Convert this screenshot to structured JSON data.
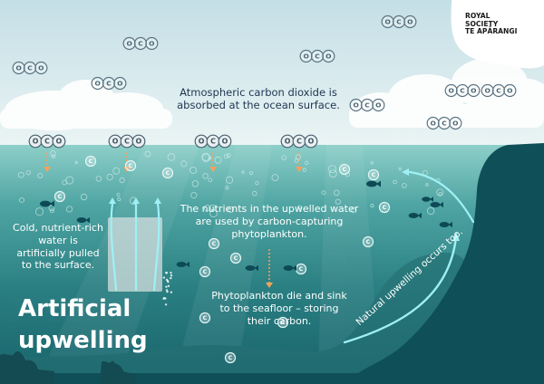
{
  "logo": {
    "line1": "ROYAL",
    "line2": "SOCIETY",
    "line3": "TE APĀRANGI"
  },
  "labels": {
    "atmospheric": "Atmospheric carbon dioxide is absorbed at the ocean surface.",
    "nutrients": "The nutrients in the upwelled water are used by carbon-capturing phytoplankton.",
    "cold_water": "Cold, nutrient-rich water is artificially pulled to the surface.",
    "phytoplankton": "Phytoplankton die and sink to the seafloor – storing their carbon.",
    "natural": "Natural upwelling occurs too.",
    "title_line1": "Artificial",
    "title_line2": "upwelling"
  },
  "molecule": {
    "oxygen": "O",
    "carbon": "C"
  },
  "colors": {
    "sky_top": "#cde4ea",
    "sky_horizon": "#e6f2f3",
    "sea_surface": "#8fd0cb",
    "sea_mid": "#2f8a8a",
    "sea_deep": "#135b64",
    "landmass": "#0f4f58",
    "arrow_cyan": "#9ff0f5",
    "arrow_orange": "#f2a35b",
    "fish": "#0d4a55",
    "logo_blob": "#ffffff"
  }
}
